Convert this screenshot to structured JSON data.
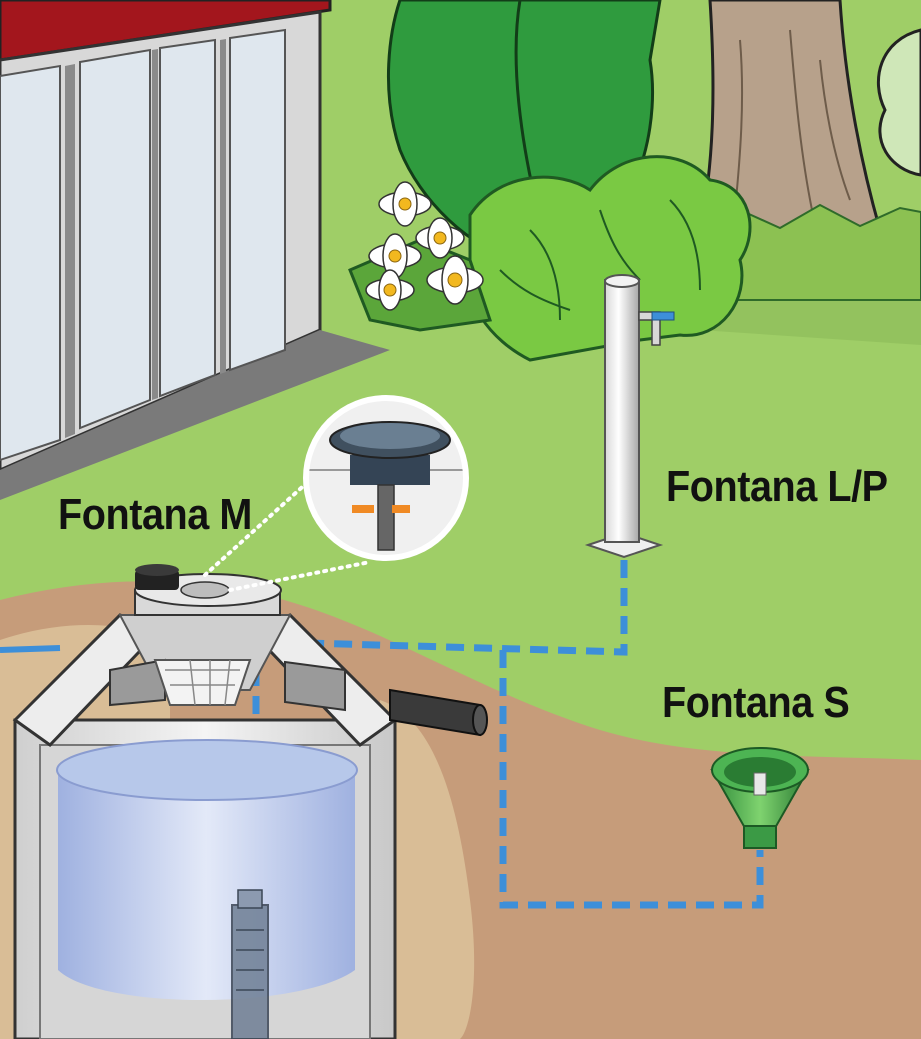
{
  "labels": {
    "fontana_m": "Fontana M",
    "fontana_lp": "Fontana L/P",
    "fontana_s": "Fontana S"
  },
  "colors": {
    "lawn": "#9fce67",
    "soil": "#c69c7a",
    "soil_light": "#d9bd96",
    "pipe_dash": "#3d8fd9",
    "roof": "#a3161d",
    "foliage_dark": "#2f9b3e",
    "foliage_light": "#7ac943",
    "tank_wall": "#e6e6e6",
    "water": "#b7c8ea",
    "label_text": "#111111"
  },
  "icons": {
    "house": "house-icon",
    "tree": "tree-icon",
    "flower": "daisy-icon",
    "tank": "rainwater-tank-icon",
    "tap": "garden-tap-icon",
    "outlet": "ground-outlet-icon",
    "pump": "submersible-pump-icon",
    "zoom": "magnifier-detail-icon"
  }
}
